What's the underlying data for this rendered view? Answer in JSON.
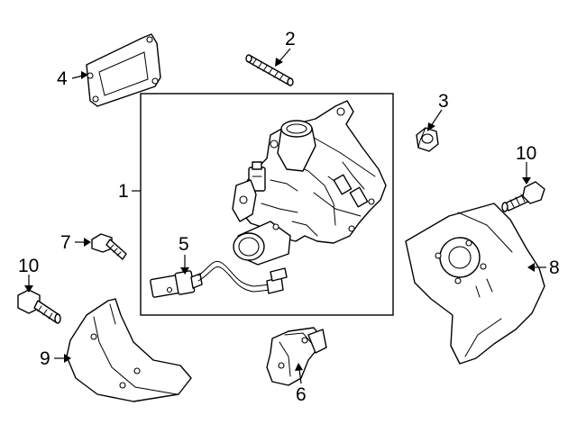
{
  "diagram": {
    "style": "exploded parts view",
    "colors": {
      "line": "#000000",
      "background": "#ffffff"
    },
    "callouts": [
      {
        "id": "c1",
        "label": "1",
        "part": "main-assembly"
      },
      {
        "id": "c2",
        "label": "2",
        "part": "stud"
      },
      {
        "id": "c3",
        "label": "3",
        "part": "nut"
      },
      {
        "id": "c4",
        "label": "4",
        "part": "gasket"
      },
      {
        "id": "c5",
        "label": "5",
        "part": "sensor-harness"
      },
      {
        "id": "c6",
        "label": "6",
        "part": "support-bracket"
      },
      {
        "id": "c7",
        "label": "7",
        "part": "bolt"
      },
      {
        "id": "c8",
        "label": "8",
        "part": "heat-shield-right"
      },
      {
        "id": "c9",
        "label": "9",
        "part": "heat-shield-lower"
      },
      {
        "id": "c10a",
        "label": "10",
        "part": "bolt-upper-right"
      },
      {
        "id": "c10b",
        "label": "10",
        "part": "bolt-left"
      }
    ]
  }
}
